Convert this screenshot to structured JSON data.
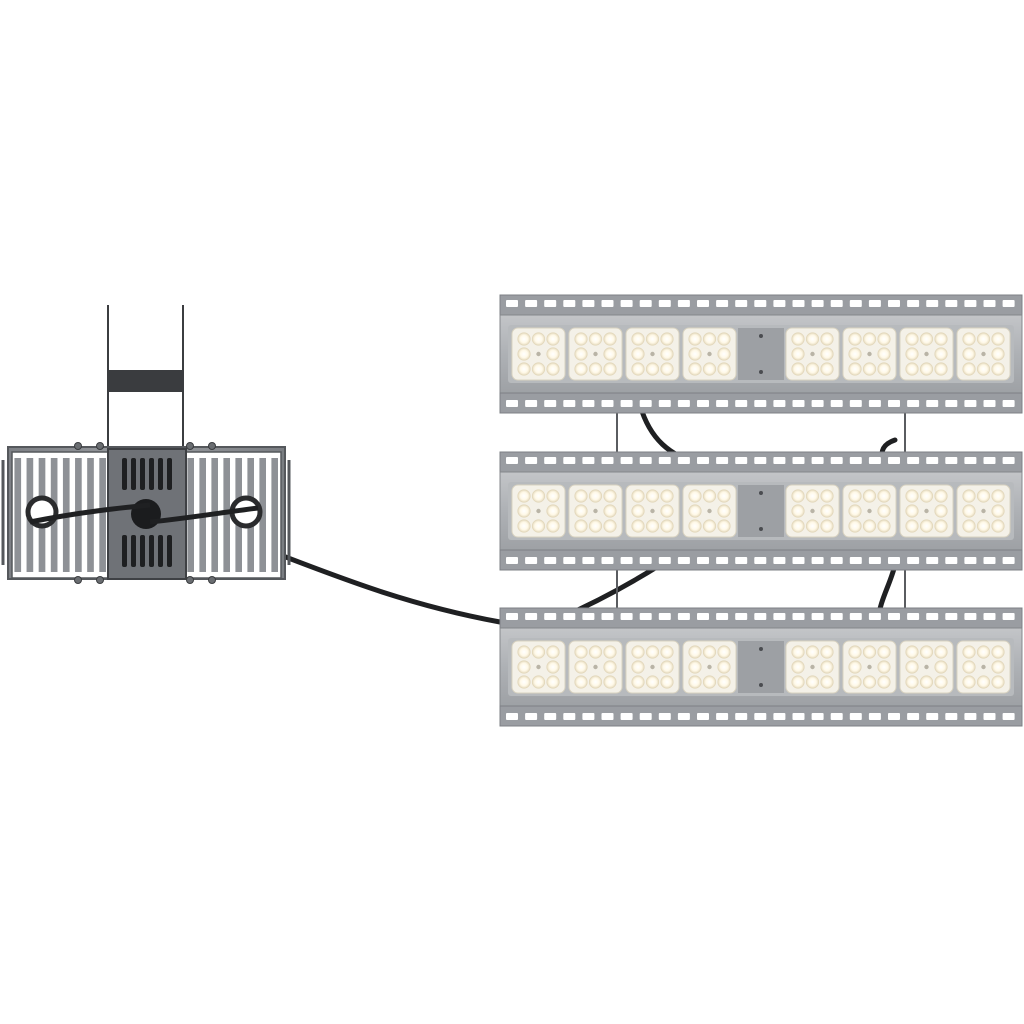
{
  "image": {
    "subject": "",
    "colors": {
      "background": "#ffffff",
      "fin_metal": "#8e9196",
      "fin_light": "#c9cbce",
      "driver_dark": "#4a4d52",
      "driver_plate": "#6f7277",
      "bracket": "#3b3d40",
      "cable": "#1f2022",
      "panel_body": "#aeb1b5",
      "panel_rim": "#9a9da2",
      "lens_bg": "#f4f1e8",
      "led_warm": "#f6efd9",
      "led_glow": "#fff9e8"
    },
    "panel_count": 3,
    "modules_per_panel": 8,
    "leds_per_module": 9
  }
}
